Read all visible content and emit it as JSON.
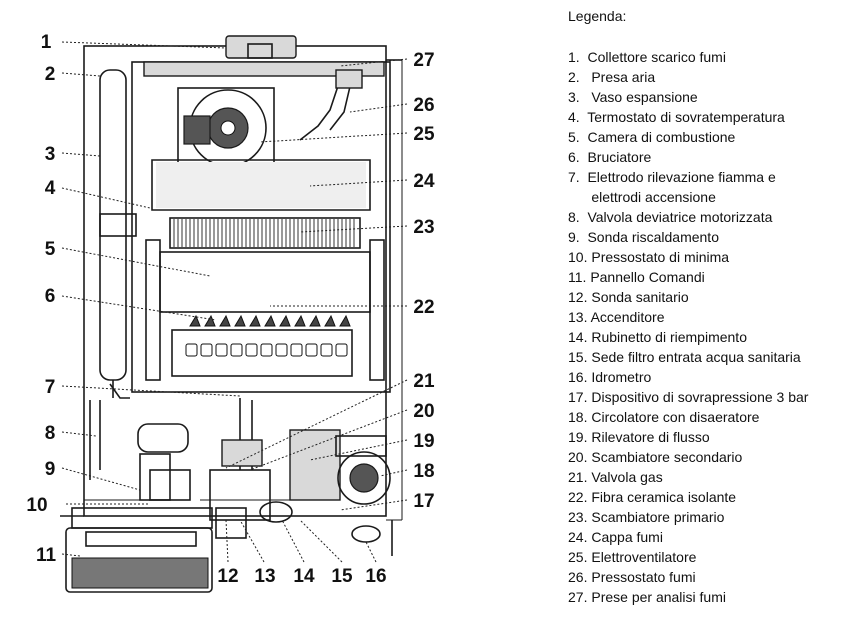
{
  "legend": {
    "title": "Legenda:",
    "items": [
      "1.  Collettore scarico fumi",
      "2.   Presa aria",
      "3.   Vaso espansione",
      "4.  Termostato di sovratemperatura",
      "5.  Camera di combustione",
      "6.  Bruciatore",
      "7.  Elettrodo rilevazione fiamma e",
      "      elettrodi accensione",
      "8.  Valvola deviatrice motorizzata",
      "9.  Sonda riscaldamento",
      "10. Pressostato di minima",
      "11. Pannello Comandi",
      "12. Sonda sanitario",
      "13. Accenditore",
      "14. Rubinetto di riempimento",
      "15. Sede filtro entrata acqua sanitaria",
      "16. Idrometro",
      "17. Dispositivo di sovrapressione 3 bar",
      "18. Circolatore con disaeratore",
      "19. Rilevatore di flusso",
      "20. Scambiatore secondario",
      "21. Valvola gas",
      "22. Fibra ceramica isolante",
      "23. Scambiatore primario",
      "24. Cappa fumi",
      "25. Elettroventilatore",
      "26. Pressostato fumi",
      "27. Prese per analisi fumi"
    ]
  },
  "callouts": {
    "left": [
      "1",
      "2",
      "3",
      "4",
      "5",
      "6",
      "7",
      "8",
      "9",
      "10",
      "11"
    ],
    "right": [
      "27",
      "26",
      "25",
      "24",
      "23",
      "22",
      "21",
      "20",
      "19",
      "18",
      "17"
    ],
    "bottom": [
      "12",
      "13",
      "14",
      "15",
      "16"
    ]
  }
}
